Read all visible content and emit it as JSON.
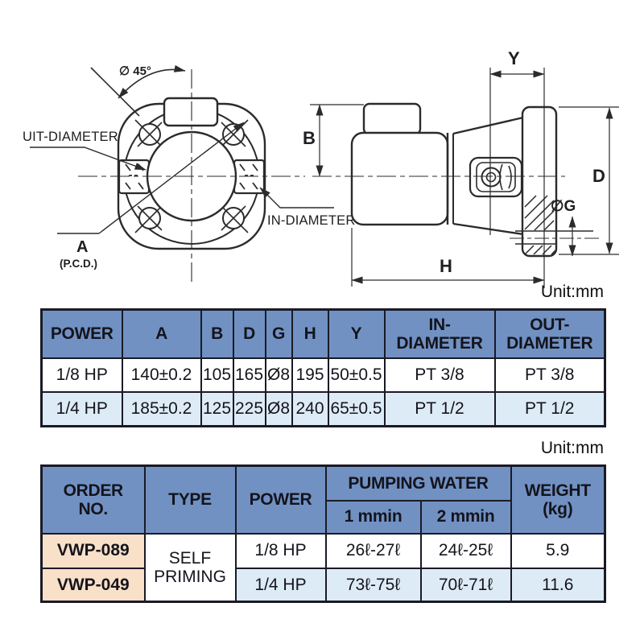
{
  "unit_label": "Unit:mm",
  "drawing": {
    "front_view": {
      "angle_label": "∅ 45°",
      "out_diameter_label": "UIT-DIAMETER",
      "in_diameter_label": "IN-DIAMETER",
      "pcd_label": "A",
      "pcd_sub_label": "(P.C.D.)"
    },
    "side_view": {
      "dim_b": "B",
      "dim_y": "Y",
      "dim_d": "D",
      "dim_g": "∅G",
      "dim_h": "H"
    }
  },
  "dimension_table": {
    "headers": [
      "POWER",
      "A",
      "B",
      "D",
      "G",
      "H",
      "Y",
      "IN-\nDIAMETER",
      "OUT-\nDIAMETER"
    ],
    "rows": [
      [
        "1/8 HP",
        "140±0.2",
        "105",
        "165",
        "Ø8",
        "195",
        "50±0.5",
        "PT 3/8",
        "PT 3/8"
      ],
      [
        "1/4 HP",
        "185±0.2",
        "125",
        "225",
        "Ø8",
        "240",
        "65±0.5",
        "PT 1/2",
        "PT 1/2"
      ]
    ]
  },
  "spec_table": {
    "header": {
      "order_no": "ORDER\nNO.",
      "type": "TYPE",
      "power": "POWER",
      "pumping_water": "PUMPING WATER",
      "col_1min": "1 mmin",
      "col_2min": "2 mmin",
      "weight": "WEIGHT\n(kg)"
    },
    "type_value": "SELF\nPRIMING",
    "rows": [
      {
        "order_no": "VWP-089",
        "power": "1/8 HP",
        "w1": "26ℓ-27ℓ",
        "w2": "24ℓ-25ℓ",
        "weight": "5.9"
      },
      {
        "order_no": "VWP-049",
        "power": "1/4 HP",
        "w1": "73ℓ-75ℓ",
        "w2": "70ℓ-71ℓ",
        "weight": "11.6"
      }
    ]
  },
  "colors": {
    "header_bg": "#7191C3",
    "alt_row_bg": "#DDEBF7",
    "order_highlight_bg": "#F9E0C8",
    "table_border": "#1A1A26",
    "line_color": "#2B2B2B"
  }
}
